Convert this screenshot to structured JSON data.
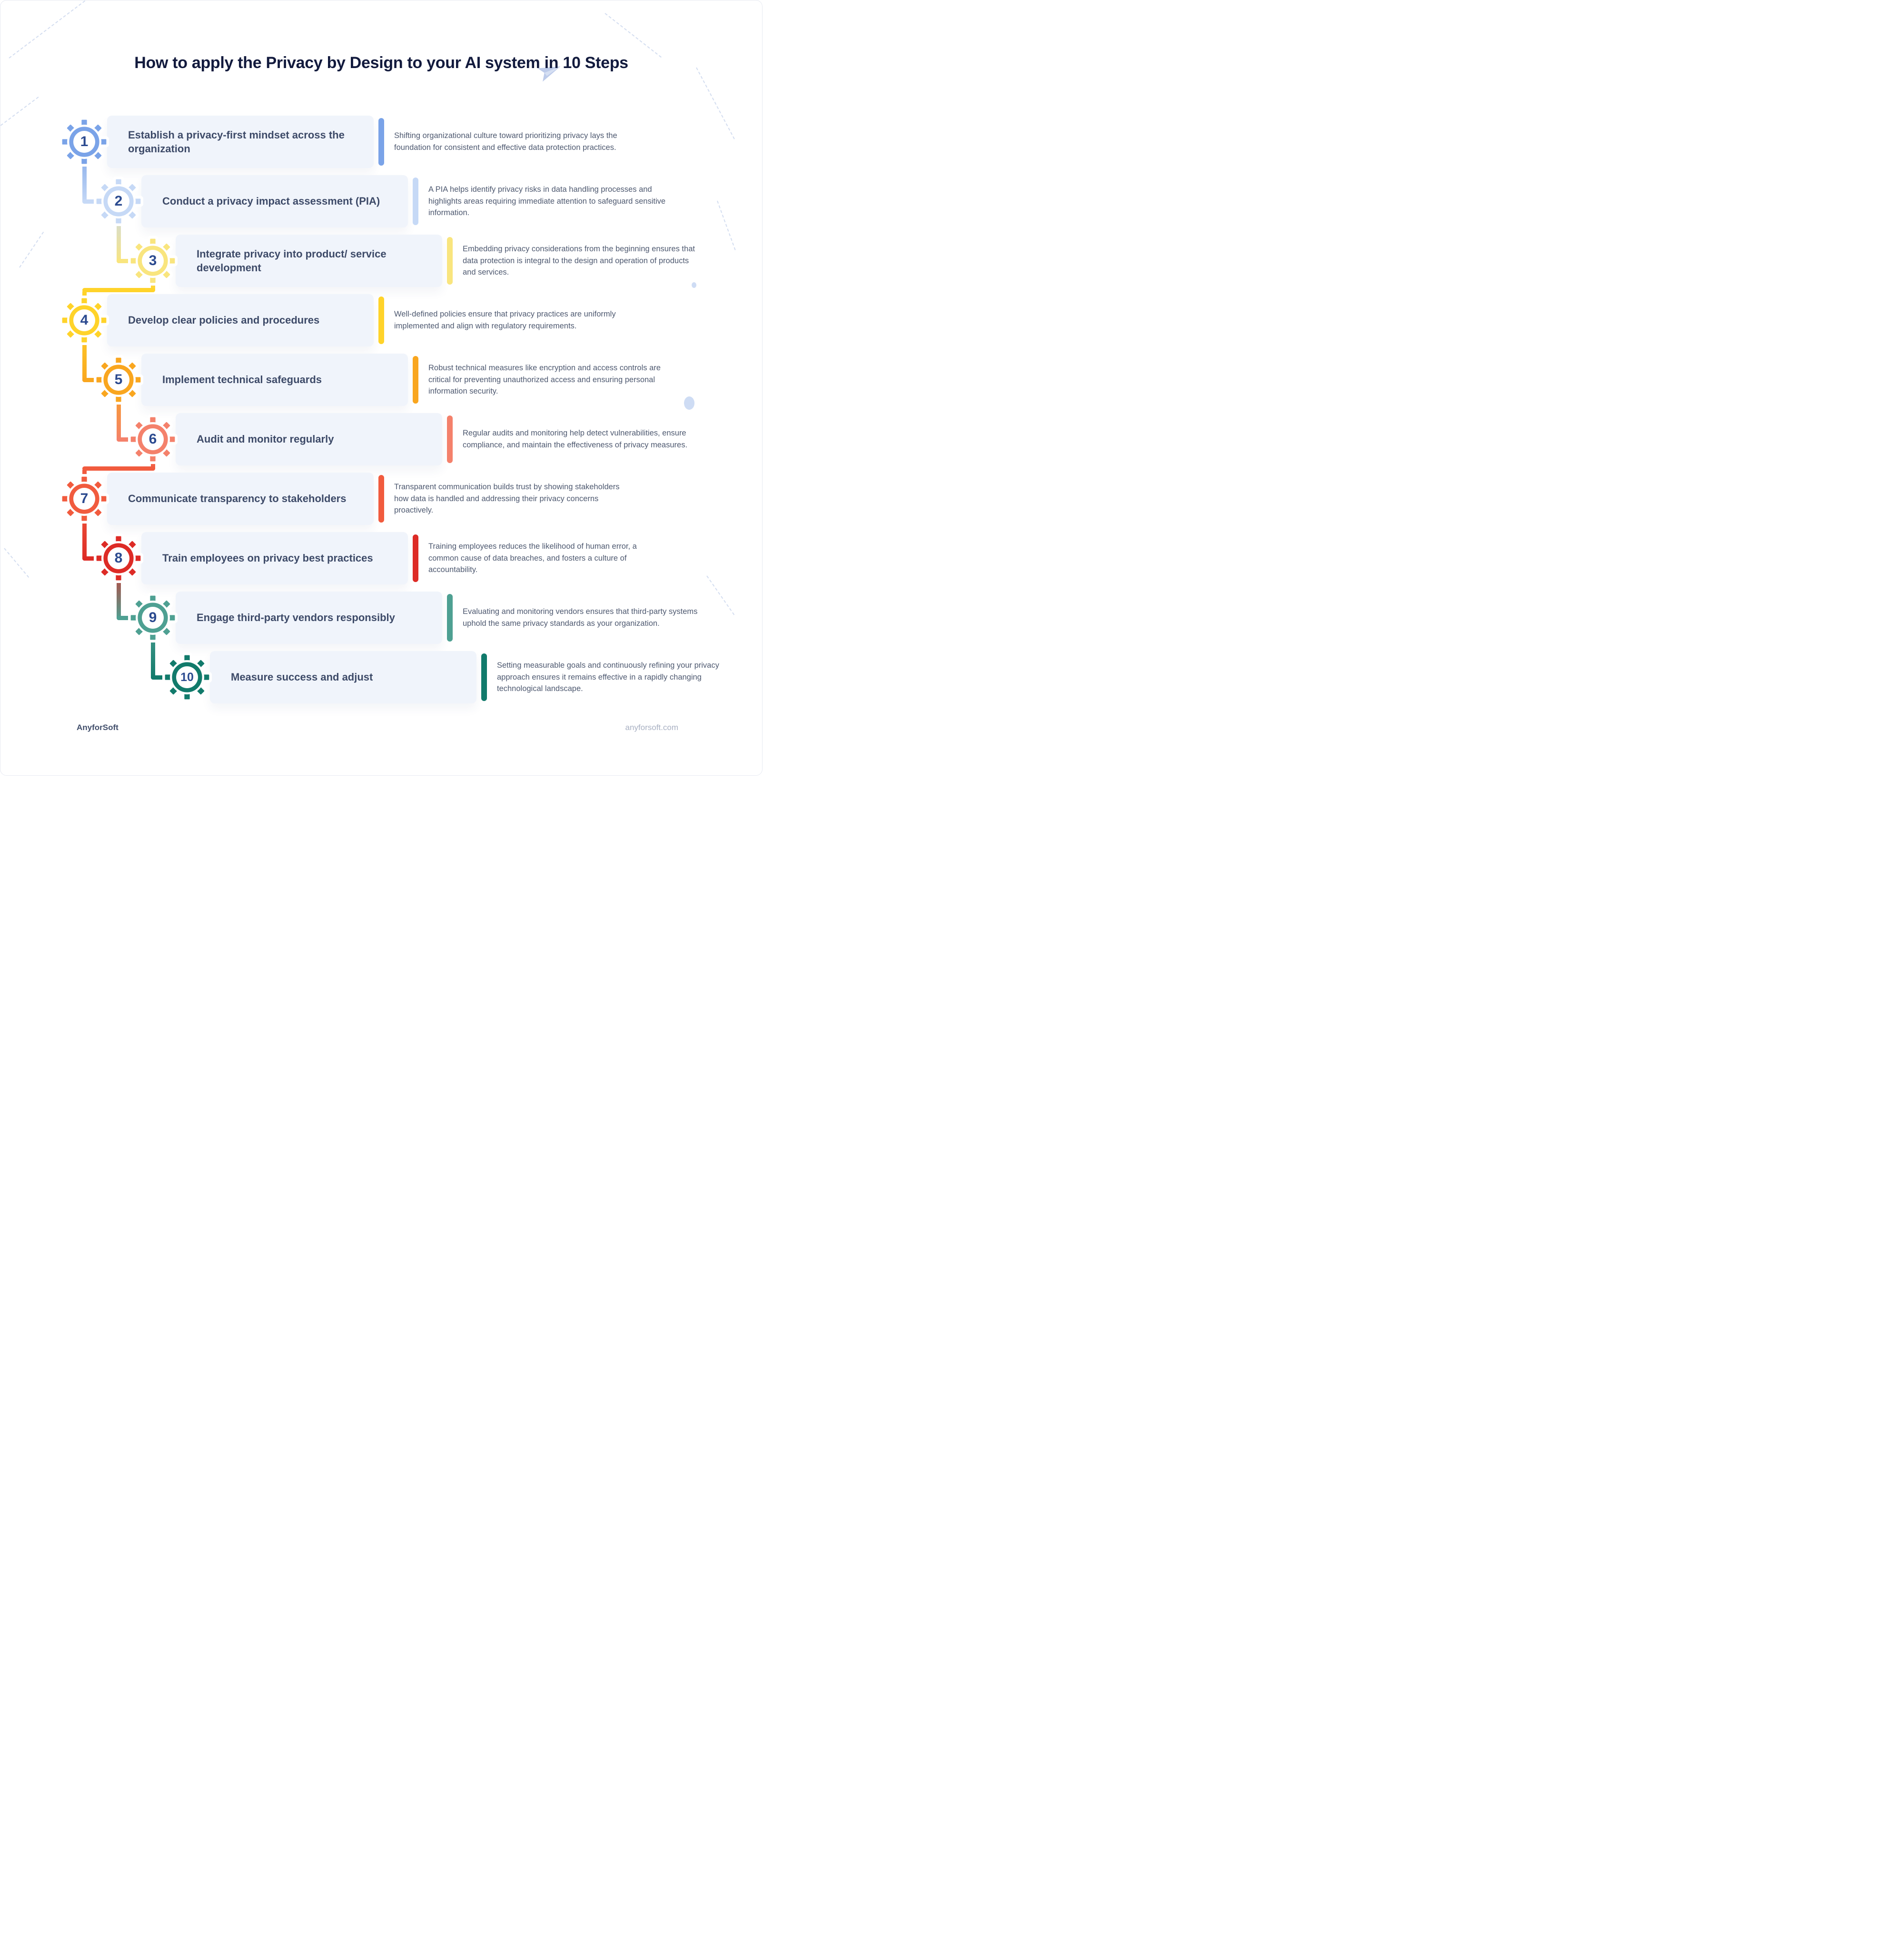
{
  "title": "How to apply the Privacy by Design to your AI system in 10 Steps",
  "footer": {
    "brand": "AnyforSoft",
    "website": "anyforsoft.com"
  },
  "palette": {
    "heading": "#121a3d",
    "step_title": "#3d4a68",
    "description": "#4e5970",
    "step_number": "#2b4a8f",
    "card_background": "#f0f4fb",
    "decor": "#d3ddf0"
  },
  "icons": {
    "gear": "gear-icon",
    "plane": "paper-plane-icon"
  },
  "steps": [
    {
      "number": "1",
      "color": "#7aa3e8",
      "title": "Establish a privacy-first mindset across the organization",
      "description": "Shifting organizational culture toward prioritizing privacy lays the foundation for consistent and effective data protection practices."
    },
    {
      "number": "2",
      "color": "#c6d9f6",
      "title": "Conduct a privacy impact assessment (PIA)",
      "description": "A PIA helps identify privacy risks in data handling processes and highlights areas requiring immediate attention to safeguard sensitive information."
    },
    {
      "number": "3",
      "color": "#f9e57e",
      "title": "Integrate privacy into product/ service development",
      "description": "Embedding privacy considerations from the beginning ensures that data protection is integral to the design and operation of products and services."
    },
    {
      "number": "4",
      "color": "#ffd32a",
      "title": "Develop clear policies and procedures",
      "description": "Well-defined policies ensure that privacy practices are uniformly implemented and align with regulatory requirements."
    },
    {
      "number": "5",
      "color": "#f9a61f",
      "title": "Implement technical safeguards",
      "description": "Robust technical measures like encryption and access controls are critical for preventing unauthorized access and ensuring personal information security."
    },
    {
      "number": "6",
      "color": "#f4816b",
      "title": "Audit and monitor regularly",
      "description": "Regular audits and monitoring help detect vulnerabilities, ensure compliance, and maintain the effectiveness of privacy measures."
    },
    {
      "number": "7",
      "color": "#f15b3e",
      "title": "Communicate transparency to stakeholders",
      "description": "Transparent communication builds trust by showing stakeholders how data is handled and addressing their privacy concerns proactively."
    },
    {
      "number": "8",
      "color": "#dd2b26",
      "title": "Train employees on privacy best practices",
      "description": "Training employees reduces the likelihood of human error, a common cause of data breaches, and fosters a culture of accountability."
    },
    {
      "number": "9",
      "color": "#4ea092",
      "title": "Engage third-party vendors responsibly",
      "description": "Evaluating and monitoring vendors ensures that third-party systems uphold the same privacy standards as your organization."
    },
    {
      "number": "10",
      "color": "#117a6b",
      "title": "Measure success and adjust",
      "description": "Setting measurable goals and continuously refining your privacy approach ensures it remains effective in a rapidly changing technological landscape."
    }
  ]
}
